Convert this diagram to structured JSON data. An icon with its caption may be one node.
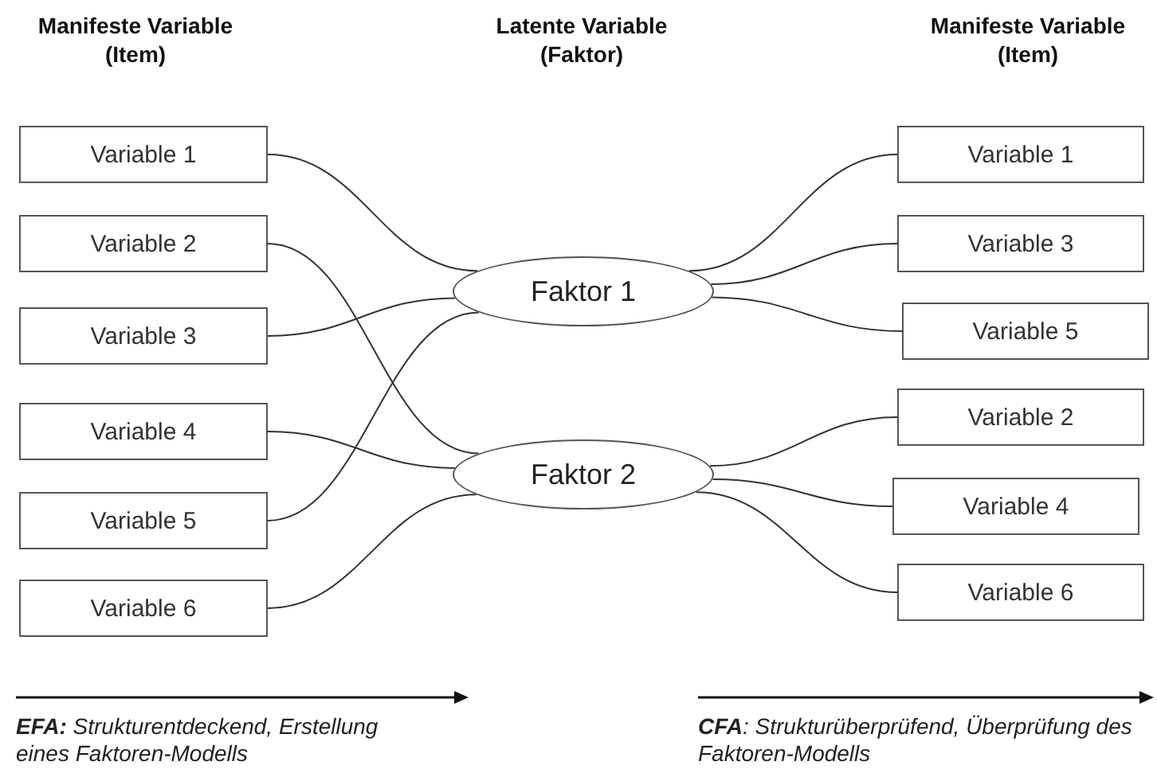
{
  "diagram": {
    "nodes": [
      {
        "text": [
          "Variable 1"
        ]
      },
      {
        "text": [
          "Variable 2"
        ]
      },
      {
        "text": [
          "Variable 3"
        ]
      },
      {
        "text": [
          "Variable 4"
        ]
      },
      {
        "text": [
          "Variable 5"
        ]
      },
      {
        "text": [
          "Variable 6"
        ]
      },
      {
        "text": [
          "Faktor 1"
        ]
      },
      {
        "text": [
          "Faktor 2"
        ]
      },
      {
        "text": [
          "Variable 1"
        ]
      },
      {
        "text": [
          "Variable 3"
        ]
      },
      {
        "text": [
          "Variable 5"
        ]
      },
      {
        "text": [
          "Variable 2"
        ]
      },
      {
        "text": [
          "Variable 4"
        ]
      },
      {
        "text": [
          "Variable 6"
        ]
      }
    ],
    "edges": [
      {
        "from": 0,
        "to": 6,
        "arrow": "none"
      },
      {
        "from": 1,
        "to": 7,
        "arrow": "none"
      },
      {
        "from": 2,
        "to": 6,
        "arrow": "none"
      },
      {
        "from": 3,
        "to": 7,
        "arrow": "none"
      },
      {
        "from": 4,
        "to": 6,
        "arrow": "none"
      },
      {
        "from": 5,
        "to": 7,
        "arrow": "none"
      },
      {
        "from": 6,
        "to": 8,
        "arrow": "none"
      },
      {
        "from": 6,
        "to": 9,
        "arrow": "none"
      },
      {
        "from": 6,
        "to": 10,
        "arrow": "none"
      },
      {
        "from": 7,
        "to": 11,
        "arrow": "none"
      },
      {
        "from": 7,
        "to": 12,
        "arrow": "none"
      },
      {
        "from": 7,
        "to": 13,
        "arrow": "none"
      }
    ],
    "labels": [
      "Manifeste Variable (Item)",
      "Latente Variable (Faktor)",
      "Manifeste Variable (Item)",
      "**EFA:** Strukturentdeckend, Erstellung eines Faktoren-Modells",
      "**CFA**: Strukturüberprüfend, Überprüfung  des Faktoren-Modells"
    ]
  }
}
